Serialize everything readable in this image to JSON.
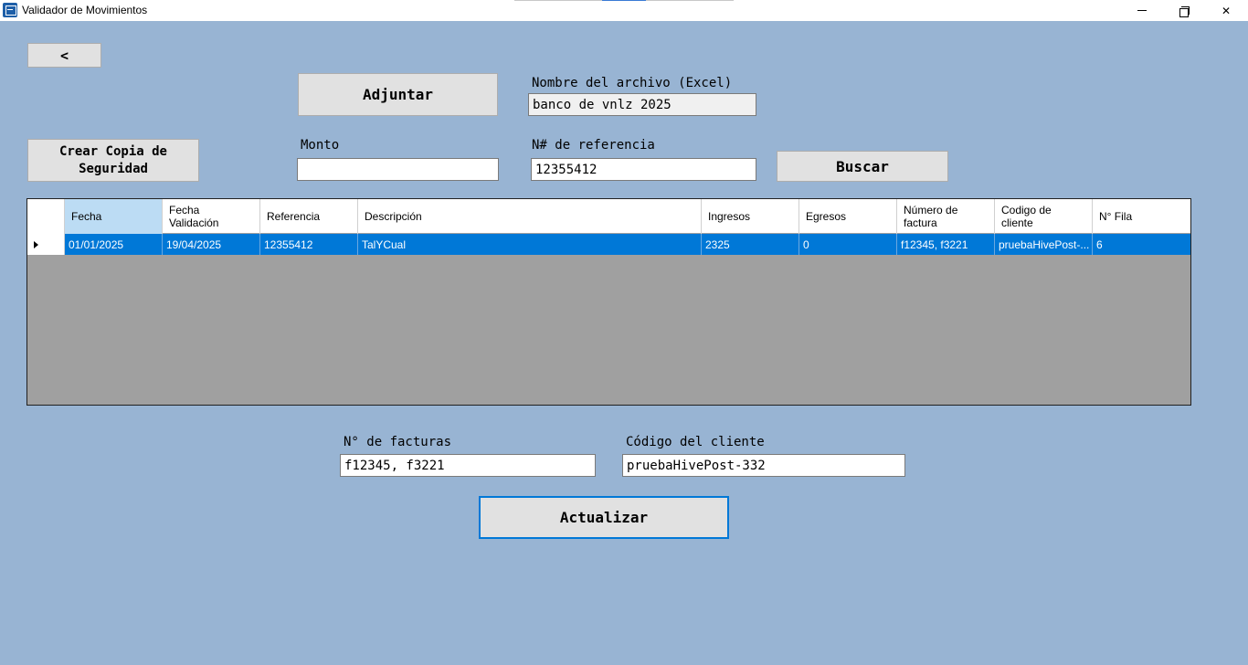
{
  "window": {
    "title": "Validador de Movimientos",
    "close_glyph": "✕"
  },
  "buttons": {
    "back": "<",
    "attach": "Adjuntar",
    "backup_line1": "Crear Copia de",
    "backup_line2": "Seguridad",
    "search": "Buscar",
    "update": "Actualizar"
  },
  "fields": {
    "filename_label": "Nombre del archivo (Excel)",
    "filename_value": "banco de vnlz 2025",
    "amount_label": "Monto",
    "amount_value": "",
    "reference_label": "N# de referencia",
    "reference_value": "12355412",
    "invoices_label": "N° de facturas",
    "invoices_value": "f12345, f3221",
    "client_label": "Código del cliente",
    "client_value": "pruebaHivePost-332"
  },
  "grid": {
    "columns": [
      [
        "Fecha"
      ],
      [
        "Fecha",
        "Validación"
      ],
      [
        "Referencia"
      ],
      [
        "Descripción"
      ],
      [
        "Ingresos"
      ],
      [
        "Egresos"
      ],
      [
        "Número de",
        "factura"
      ],
      [
        "Codigo de",
        "cliente"
      ],
      [
        "N° Fila"
      ]
    ],
    "rows": [
      [
        "01/01/2025",
        "19/04/2025",
        "12355412",
        "TalYCual",
        "2325",
        "0",
        "f12345, f3221",
        "pruebaHivePost-...",
        "6"
      ]
    ]
  },
  "colors": {
    "background": "#98b4d3",
    "selection": "#0078d7",
    "header_active": "#bcdcf4"
  }
}
